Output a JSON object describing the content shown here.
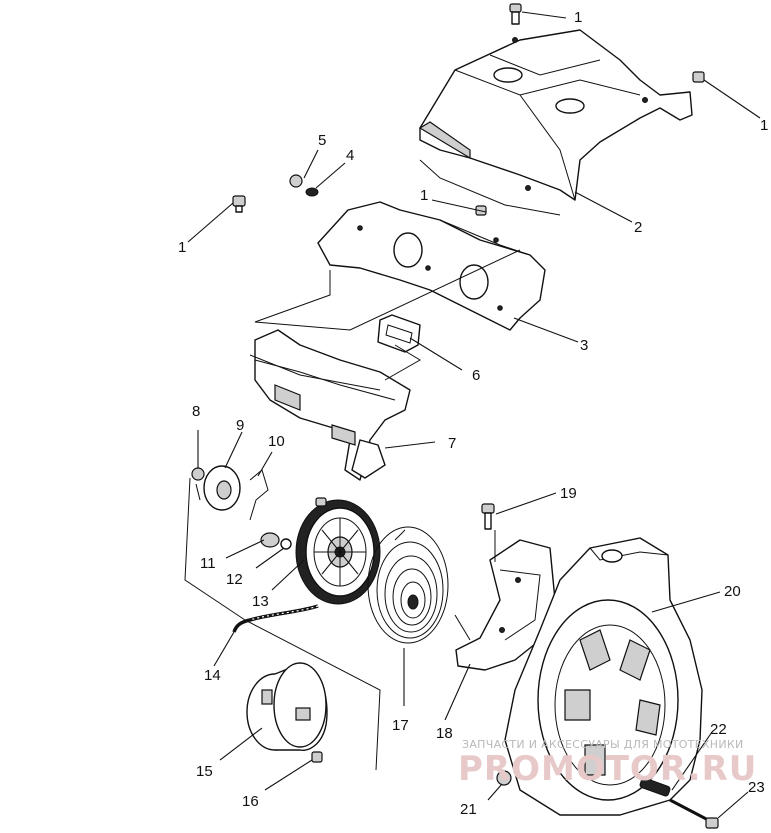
{
  "callouts": {
    "c1a": "1",
    "c1b": "1",
    "c1c": "1",
    "c1d": "1",
    "c2": "2",
    "c3": "3",
    "c4": "4",
    "c5": "5",
    "c6": "6",
    "c7": "7",
    "c8": "8",
    "c9": "9",
    "c10": "10",
    "c11": "11",
    "c12": "12",
    "c13": "13",
    "c14": "14",
    "c15": "15",
    "c16": "16",
    "c17": "17",
    "c18": "18",
    "c19": "19",
    "c20": "20",
    "c21": "21",
    "c22": "22",
    "c23": "23"
  },
  "watermark": {
    "tagline": "ЗАПЧАСТИ И АКСЕССУАРЫ ДЛЯ МОТОТЕХНИКИ",
    "brand": "PROMOTOR.RU"
  }
}
